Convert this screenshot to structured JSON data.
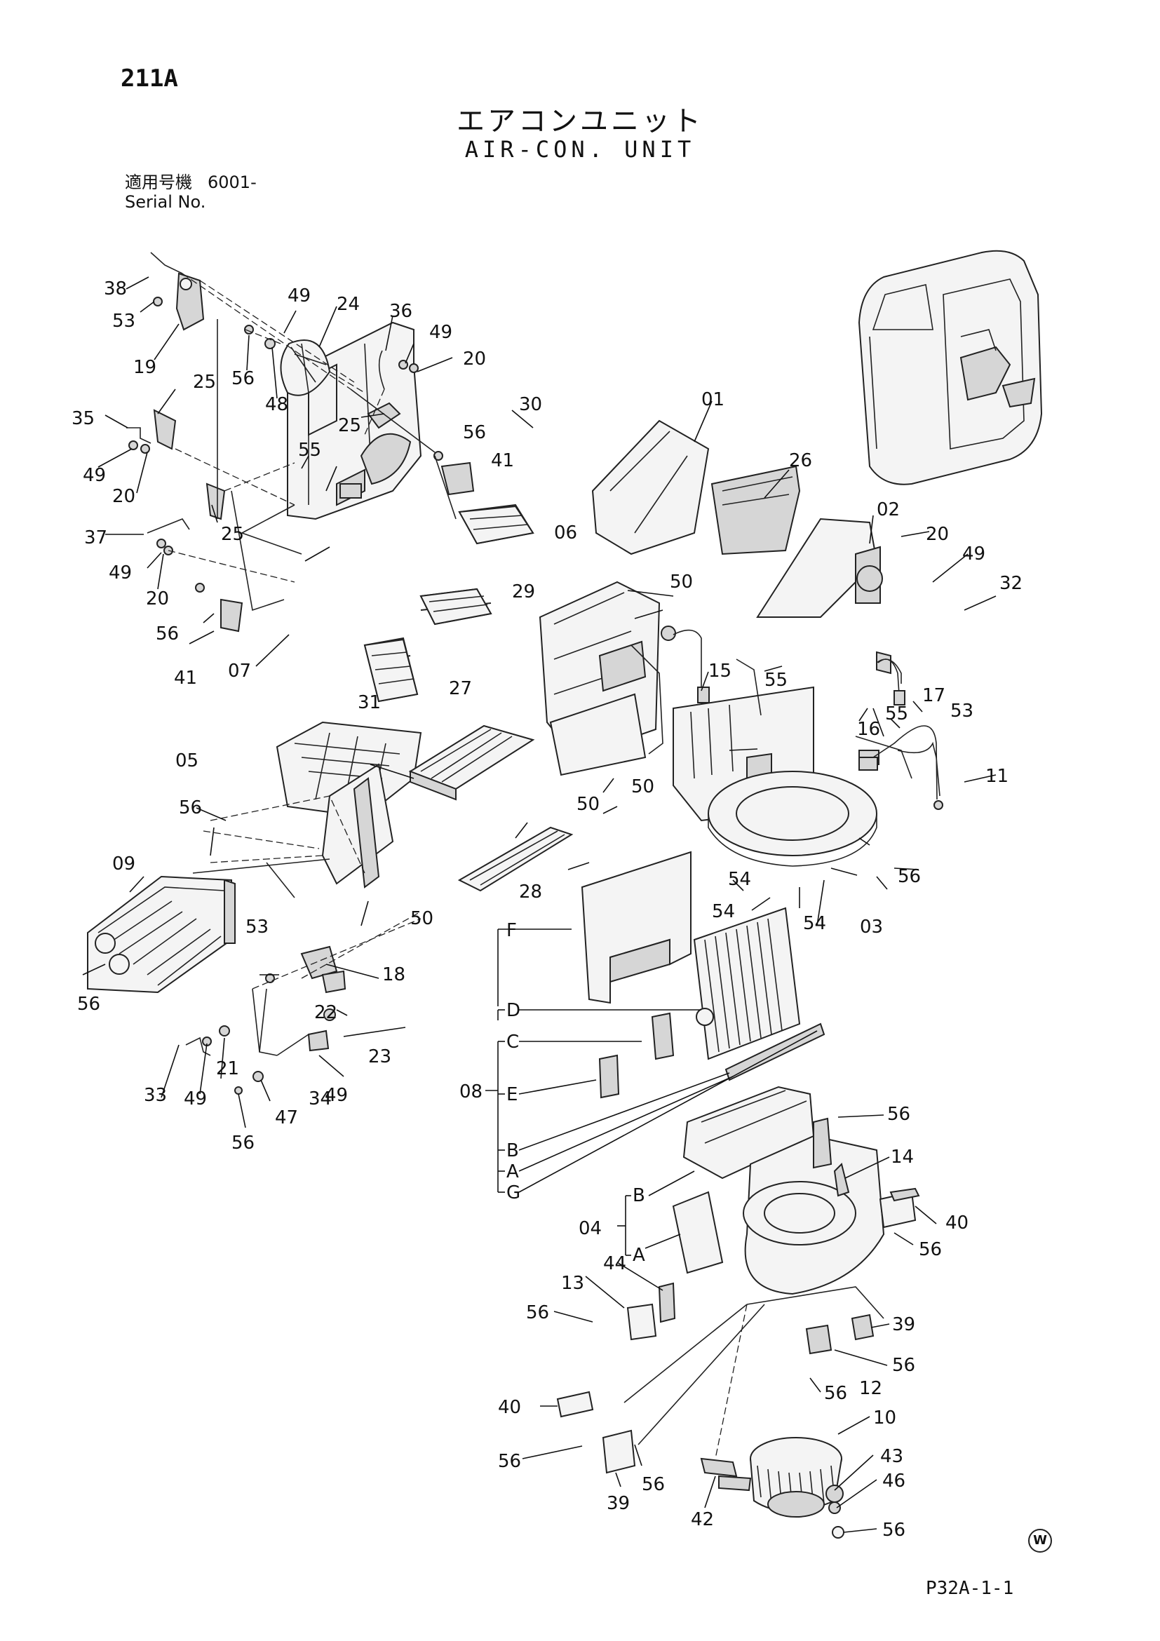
{
  "page_number": "211A",
  "title_ja": "エアコンユニット",
  "title_en": "AIR-CON. UNIT",
  "serial": {
    "label_ja": "適用号機",
    "label_en": "Serial No.",
    "value": "6001-"
  },
  "callouts": {
    "c01": "01",
    "c02": "02",
    "c03": "03",
    "c04": "04",
    "c05": "05",
    "c06": "06",
    "c07": "07",
    "c08": "08",
    "c09": "09",
    "c10": "10",
    "c11": "11",
    "c12": "12",
    "c13": "13",
    "c14": "14",
    "c15": "15",
    "c16": "16",
    "c17": "17",
    "c18": "18",
    "c19": "19",
    "c20": "20",
    "c21": "21",
    "c22": "22",
    "c23": "23",
    "c24": "24",
    "c25": "25",
    "c26": "26",
    "c27": "27",
    "c28": "28",
    "c29": "29",
    "c30": "30",
    "c31": "31",
    "c32": "32",
    "c33": "33",
    "c34": "34",
    "c35": "35",
    "c36": "36",
    "c37": "37",
    "c38": "38",
    "c39": "39",
    "c40": "40",
    "c41": "41",
    "c42": "42",
    "c43": "43",
    "c44": "44",
    "c46": "46",
    "c47": "47",
    "c48": "48",
    "c49": "49",
    "c50": "50",
    "c53": "53",
    "c54": "54",
    "c55": "55",
    "c56": "56",
    "sA": "A",
    "sB": "B",
    "sC": "C",
    "sD": "D",
    "sE": "E",
    "sF": "F",
    "sG": "G"
  },
  "watermark": "W",
  "footer_code": "P32A-1-1"
}
